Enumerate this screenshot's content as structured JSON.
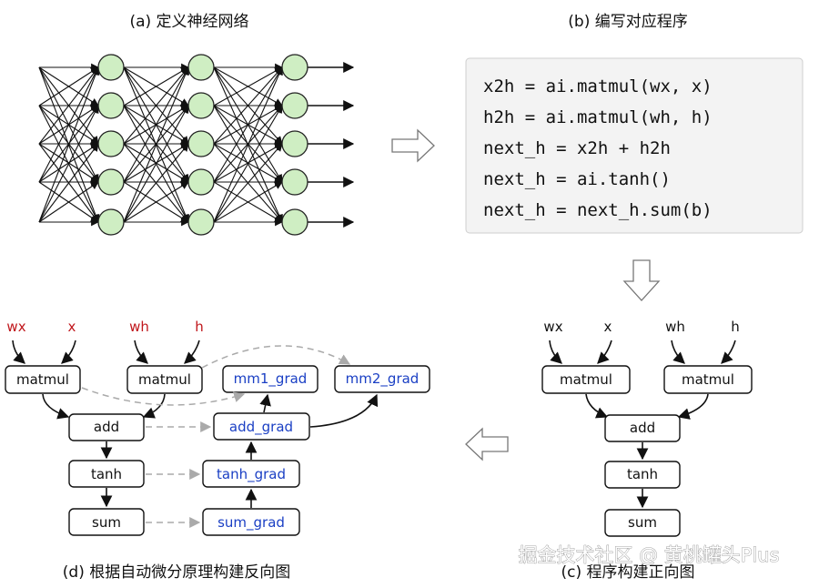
{
  "panels": {
    "a": {
      "caption": "(a) 定义神经网络"
    },
    "b": {
      "caption": "(b) 编写对应程序",
      "code_lines": [
        "x2h = ai.matmul(wx, x)",
        "h2h = ai.matmul(wh, h)",
        "next_h = x2h + h2h",
        "next_h = ai.tanh()",
        "next_h = next_h.sum(b)"
      ]
    },
    "c": {
      "caption": "(c) 程序构建正向图",
      "inputs": [
        "wx",
        "x",
        "wh",
        "h"
      ],
      "nodes": [
        "matmul",
        "matmul",
        "add",
        "tanh",
        "sum"
      ]
    },
    "d": {
      "caption": "(d) 根据自动微分原理构建反向图",
      "inputs": [
        "wx",
        "x",
        "wh",
        "h"
      ],
      "forward_nodes": [
        "matmul",
        "matmul",
        "add",
        "tanh",
        "sum"
      ],
      "grad_nodes": [
        "mm1_grad",
        "mm2_grad",
        "add_grad",
        "tanh_grad",
        "sum_grad"
      ]
    }
  },
  "watermark": "掘金技术社区 @ 黄桃罐头Plus",
  "colors": {
    "neuron_fill": "#cfeec3",
    "code_bg": "#f3f3f3",
    "grad_text": "#1a3fc4",
    "input_red": "#c0161b",
    "dashed_arrow": "#aaaaaa"
  }
}
